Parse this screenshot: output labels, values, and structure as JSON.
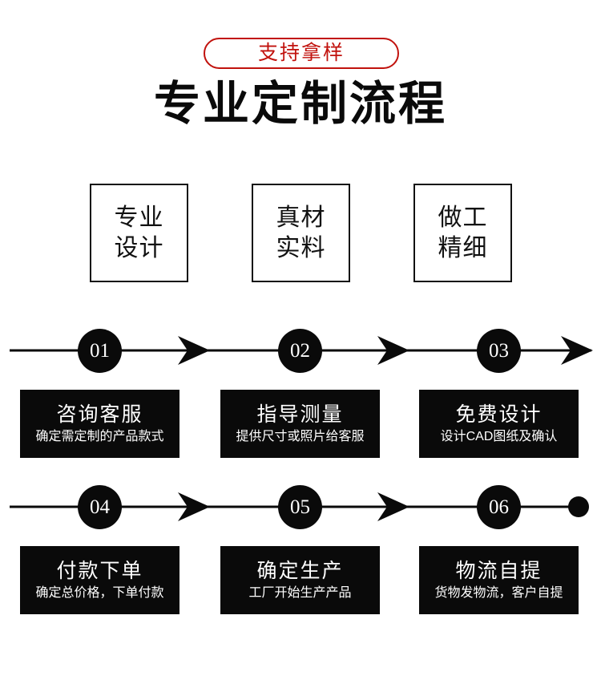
{
  "header": {
    "badge_label": "支持拿样",
    "title": "专业定制流程"
  },
  "colors": {
    "badge_red": "#c1120d",
    "ink_black": "#0a0a0a",
    "page_background": "#ffffff",
    "card_text": "#ffffff"
  },
  "features": [
    {
      "line1": "专业",
      "line2": "设计"
    },
    {
      "line1": "真材",
      "line2": "实料"
    },
    {
      "line1": "做工",
      "line2": "精细"
    }
  ],
  "flow": {
    "row1": {
      "end_marker": "arrow",
      "steps": [
        {
          "number": "01",
          "title": "咨询客服",
          "subtitle": "确定需定制的产品款式"
        },
        {
          "number": "02",
          "title": "指导测量",
          "subtitle": "提供尺寸或照片给客服"
        },
        {
          "number": "03",
          "title": "免费设计",
          "subtitle": "设计CAD图纸及确认"
        }
      ]
    },
    "row2": {
      "end_marker": "dot",
      "steps": [
        {
          "number": "04",
          "title": "付款下单",
          "subtitle": "确定总价格，下单付款"
        },
        {
          "number": "05",
          "title": "确定生产",
          "subtitle": "工厂开始生产产品"
        },
        {
          "number": "06",
          "title": "物流自提",
          "subtitle": "货物发物流，客户自提"
        }
      ]
    }
  }
}
